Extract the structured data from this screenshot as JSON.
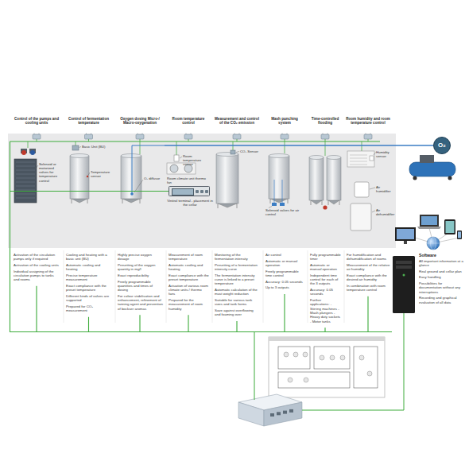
{
  "diagram": {
    "nodes": [
      {
        "text": [
          "Control of the pumps and cooling units",
          "Activation of the circulation pumps only if required",
          "Activation of the cooling units",
          "Individual assigning of the circulation pumps to tanks and rooms"
        ]
      },
      {
        "text": [
          "Control of fermentation temperature",
          "Cooling and heating with a basic unit (BU)",
          "Automatic cooling and heating",
          "Precise temperature measurement",
          "Exact compliance with the preset temperature",
          "Different kinds of valves are supported",
          "Prepared for CO₂ measurement"
        ]
      },
      {
        "text": [
          "Oxygen dosing Micro-/ Macro-oxygenation",
          "Highly precise oxygen dosage",
          "Presetting of the oxygen quantity in mg/l",
          "Exact reproducibility",
          "Freely programmable quantities and times of dosing",
          "For colour stabilisation and enhancement, refinement of tanning agent and prevention of bockser aromas"
        ]
      },
      {
        "text": [
          "Room temperature control",
          "Measurement of room temperature",
          "Automatic cooling and heating",
          "Exact compliance with the preset temperature",
          "Actuation of various room climate units / thermo fans",
          "Prepared for the measurement of room humidity"
        ]
      },
      {
        "text": [
          "Measurement and control of the CO₂ emission",
          "Monitoring of the fermentation intensity",
          "Presetting of a fermentation intensity curve",
          "The fermentation intensity curve is linked to a preset temperature",
          "Automatic calculation of the must weight reduction",
          "Suitable for various tank sizes and tank forms",
          "Save against overflowing and foaming over"
        ]
      },
      {
        "text": [
          "Mash punching system",
          "Air control",
          "Automatic or manual operation",
          "Freely programmable time control",
          "Accuracy: 0.05 seconds",
          "Up to 3 outputs"
        ]
      },
      {
        "text": [
          "Time-controlled flooding",
          "Fully programmable timer",
          "Automatic or manual operation",
          "Independent time control for each of the 3 outputs",
          "Accuracy: 0.05 seconds",
          "Further applications: - Stirring machines - Mash plungers - Heavy duty sockets - Motor tanks"
        ]
      },
      {
        "text": [
          "Room humidity and room temperature control",
          "For humidification and dehumidification of rooms",
          "Measurement of the relative air humidity",
          "Exact compliance with the desired air humidity",
          "In combination with room temperature control"
        ]
      },
      {
        "text": [
          "O₂"
        ]
      },
      {
        "text": [
          "Vinitrol terminal - placement in the cellar"
        ]
      },
      {
        "text": [
          "Software",
          "All important information at a glance",
          "Real ground and cellar plan",
          "Easy handling",
          "Possibilities for documentation without any interruptions",
          "Recording and graphical evaluation of all data"
        ]
      }
    ],
    "edges": [
      {
        "from": 8,
        "to": 2,
        "arrow": "none"
      },
      {
        "from": 0,
        "to": 10,
        "arrow": "none"
      },
      {
        "from": 1,
        "to": 10,
        "arrow": "none"
      },
      {
        "from": 2,
        "to": 10,
        "arrow": "none"
      },
      {
        "from": 3,
        "to": 10,
        "arrow": "none"
      },
      {
        "from": 4,
        "to": 10,
        "arrow": "none"
      },
      {
        "from": 5,
        "to": 10,
        "arrow": "none"
      },
      {
        "from": 6,
        "to": 10,
        "arrow": "none"
      },
      {
        "from": 7,
        "to": 10,
        "arrow": "none"
      },
      {
        "from": 9,
        "to": 10,
        "arrow": "none"
      }
    ],
    "labels": [
      "Basic Unit (BU)",
      "Solenoid or motorized valves for temperature control",
      "Temperature sensor",
      "O₂ diffusor",
      "Room temperature sensor",
      "Room climate unit thermo fan",
      "CO₂ Sensor",
      "Solenoid valves for air control",
      "Humidity sensor",
      "Air humidifier",
      "Air dehumidifier"
    ]
  }
}
